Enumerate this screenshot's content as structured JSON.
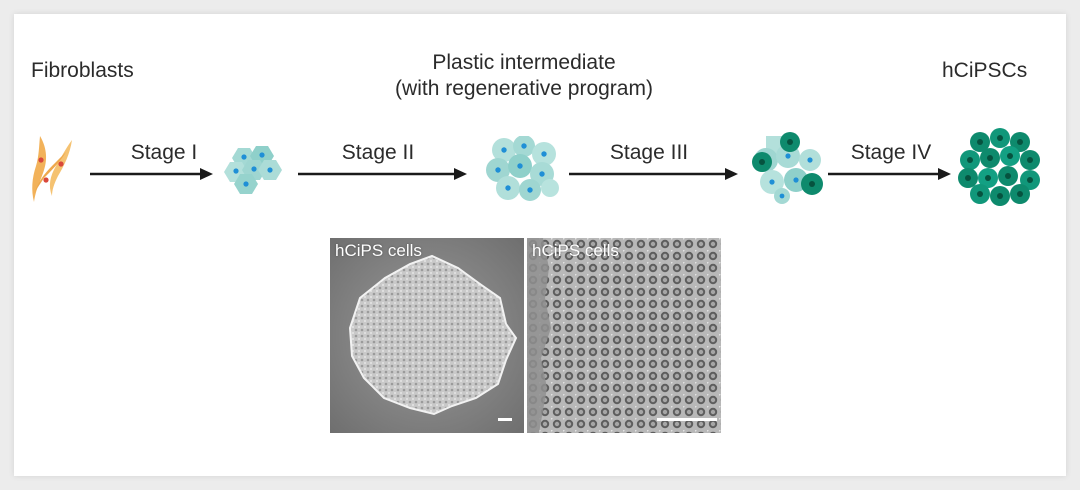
{
  "labels": {
    "start": "Fibroblasts",
    "intermediate_line1": "Plastic intermediate",
    "intermediate_line2": "(with regenerative program)",
    "end": "hCiPSCs"
  },
  "stages": [
    {
      "label": "Stage I"
    },
    {
      "label": "Stage II"
    },
    {
      "label": "Stage III"
    },
    {
      "label": "Stage IV"
    }
  ],
  "micrographs": [
    {
      "caption": "hCiPS cells"
    },
    {
      "caption": "hCiPS cells"
    }
  ],
  "colors": {
    "fibroblast": "#f2b25a",
    "fibroblast_nucleus": "#d9483b",
    "light_cell": "#9fd6d1",
    "light_cell_dark": "#7cc8c1",
    "nucleus_blue": "#1f8fd6",
    "ips_cell": "#0e8a6d",
    "ips_nucleus": "#06523f",
    "arrow": "#1a1a1a"
  }
}
